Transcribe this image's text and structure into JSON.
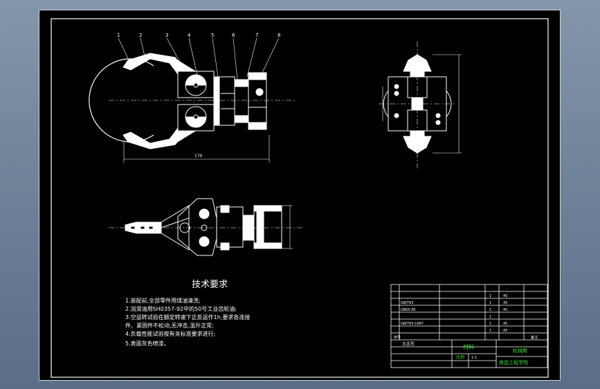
{
  "drawing": {
    "part_numbers": [
      "1",
      "2",
      "3",
      "4",
      "5",
      "6",
      "7",
      "8"
    ],
    "dim_width": "170"
  },
  "tech": {
    "title": "技术要求",
    "notes": [
      "1.装配前,全部零件用煤油清洗;",
      "2.润滑油用SH0357-92中的50号工业齿轮油;",
      "3.空运转试验在额定转速下正反运作1h,要求各连接",
      "件、紧固件不松动,无冲击,温升正常;",
      "4.负载性能试验按有关标准要求进行;",
      "5.表面灰色喷漆。"
    ]
  },
  "title_block": {
    "bom_rows": [
      {
        "code": "",
        "name": "",
        "qty": "1",
        "mat": "45"
      },
      {
        "code": "GB/T93",
        "name": "",
        "qty": "1",
        "mat": "45"
      },
      {
        "code": "GB65-85",
        "name": "",
        "qty": "1",
        "mat": "45"
      },
      {
        "code": "",
        "name": "",
        "qty": "1",
        "mat": ""
      },
      {
        "code": "GB/T93-1987",
        "name": "",
        "qty": "1",
        "mat": "45"
      },
      {
        "code": "",
        "name": "",
        "qty": "1",
        "mat": "45"
      }
    ],
    "header": {
      "seq": "序号",
      "remark": "备注"
    },
    "labels": {
      "designer_cell": "王志军",
      "material": "材料",
      "school_title": "机械臂",
      "school": "南昌工程学院",
      "scale_label": "比例",
      "scale": "1:1"
    }
  },
  "colors": {
    "line": "#ffffff",
    "accent": "#33dd33",
    "background": "#000000"
  }
}
